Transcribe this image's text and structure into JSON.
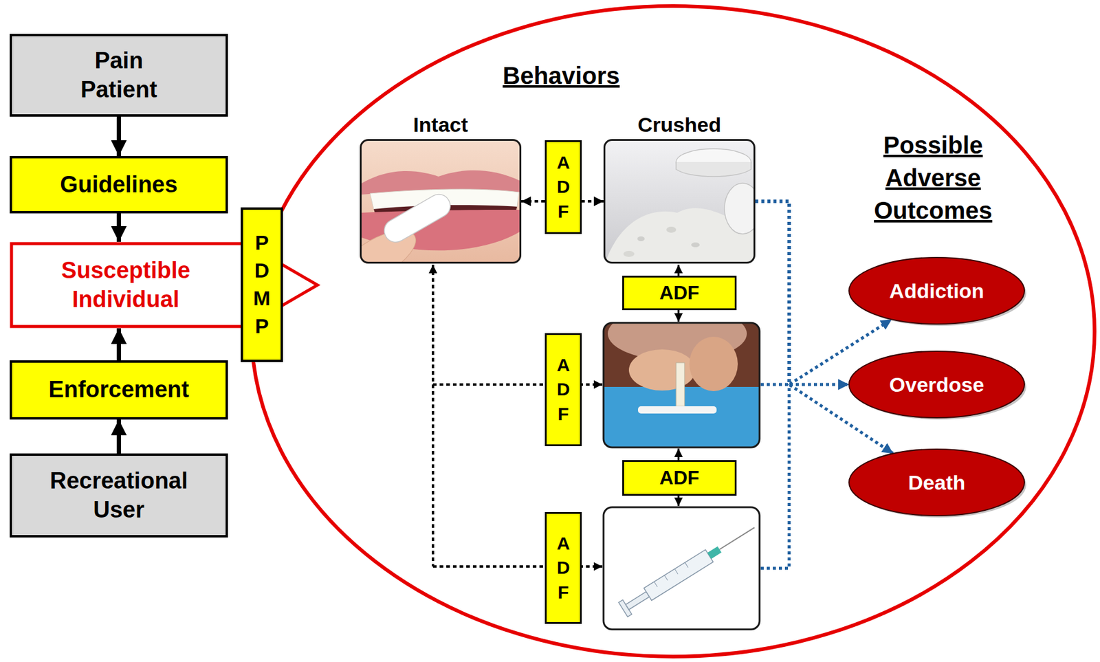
{
  "diagram": {
    "nodes": [
      {
        "text": [
          "Pain Patient"
        ]
      },
      {
        "text": [
          "Guidelines"
        ]
      },
      {
        "text": [
          "Susceptible Individual"
        ]
      },
      {
        "text": [
          "PDMP"
        ]
      },
      {
        "text": [
          "Enforcement"
        ]
      },
      {
        "text": [
          "Recreational User"
        ]
      },
      {
        "text": [
          "Behaviors",
          "Possible Adverse Outcomes"
        ]
      },
      {
        "text": [
          "Intact"
        ],
        "in": 6
      },
      {
        "text": [
          "Crushed"
        ],
        "in": 6
      },
      {
        "text": [
          "Addiction"
        ],
        "in": 6
      },
      {
        "text": [
          "Overdose"
        ],
        "in": 6
      },
      {
        "text": [
          "Death"
        ],
        "in": 6
      }
    ],
    "edges": [
      {
        "from": 0,
        "to": 1,
        "arrow": "to"
      },
      {
        "from": 1,
        "to": 2,
        "arrow": "to"
      },
      {
        "from": 4,
        "to": 2,
        "arrow": "to"
      },
      {
        "from": 5,
        "to": 4,
        "arrow": "to"
      },
      {
        "from": 7,
        "to": 8,
        "label": "ADF",
        "arrow": "both"
      },
      {
        "from": 8,
        "to": 9,
        "arrow": "to"
      },
      {
        "from": 8,
        "to": 10,
        "arrow": "to"
      },
      {
        "from": 8,
        "to": 11,
        "arrow": "to"
      }
    ],
    "labels": [
      "ADF",
      "ADF",
      "ADF",
      "ADF"
    ]
  }
}
